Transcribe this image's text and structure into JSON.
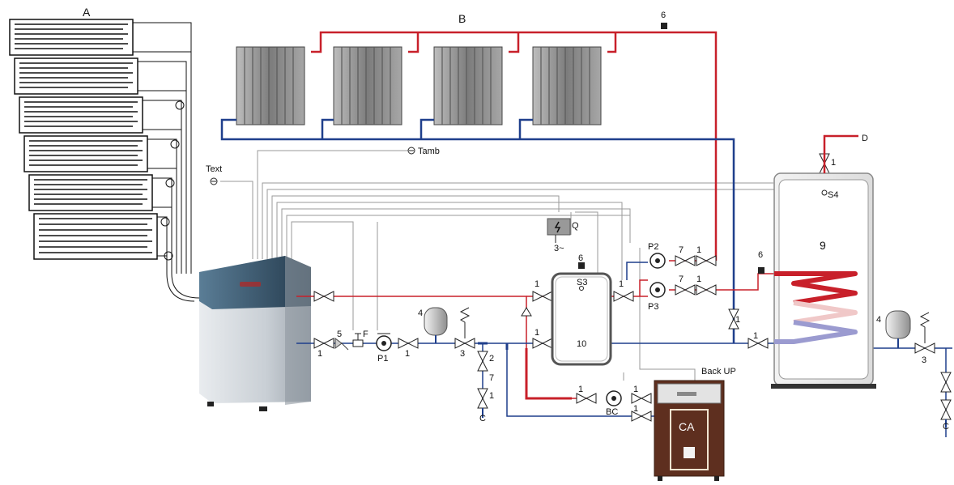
{
  "labels": {
    "A": "A",
    "B": "B",
    "D": "D",
    "C1": "C",
    "C2": "C",
    "Tamb": "Tamb",
    "Text": "Text",
    "Q": "Q",
    "Q_phase": "3~",
    "S3": "S3",
    "S4": "S4",
    "P1": "P1",
    "P2": "P2",
    "P3": "P3",
    "BC": "BC",
    "CA": "CA",
    "F": "F",
    "back_up": "Back UP",
    "n1": "1",
    "n2": "2",
    "n3": "3",
    "n4": "4",
    "n5": "5",
    "n6": "6",
    "n7": "7",
    "n9": "9",
    "n10": "10"
  },
  "colors": {
    "supply": "#c8202a",
    "return": "#1f3f8c",
    "signal": "#9a9a9a",
    "boiler_top": "#3f5f78",
    "boiler_body": "#d9dee3",
    "ca_body": "#5e2f1f",
    "radiator": "#8c8c8c",
    "tank_fill": "#ffffff"
  }
}
